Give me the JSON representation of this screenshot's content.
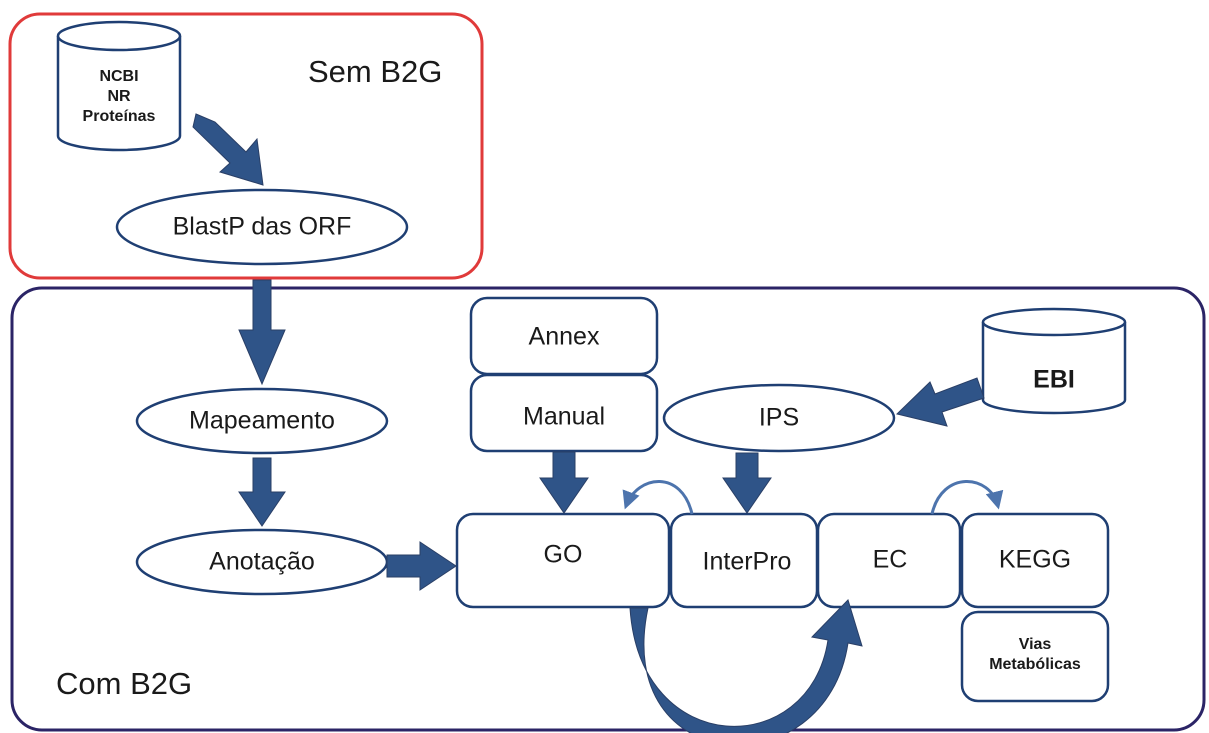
{
  "regions": {
    "sem_b2g": "Sem B2G",
    "com_b2g": "Com B2G"
  },
  "nodes": {
    "ncbi_lines": [
      "NCBI",
      "NR",
      "Proteínas"
    ],
    "blastp": "BlastP das ORF",
    "mapeamento": "Mapeamento",
    "anotacao": "Anotação",
    "annex": "Annex",
    "manual": "Manual",
    "ips": "IPS",
    "ebi": "EBI",
    "go": "GO",
    "interpro": "InterPro",
    "ec": "EC",
    "kegg": "KEGG",
    "vias_lines": [
      "Vias",
      "Metabólicas"
    ]
  },
  "colors": {
    "node_stroke": "#1f3f73",
    "arrow_fill": "#2f5488",
    "sem_border": "#e03a3a",
    "com_border": "#2b2466",
    "curved_arrow": "#4d74ad"
  }
}
